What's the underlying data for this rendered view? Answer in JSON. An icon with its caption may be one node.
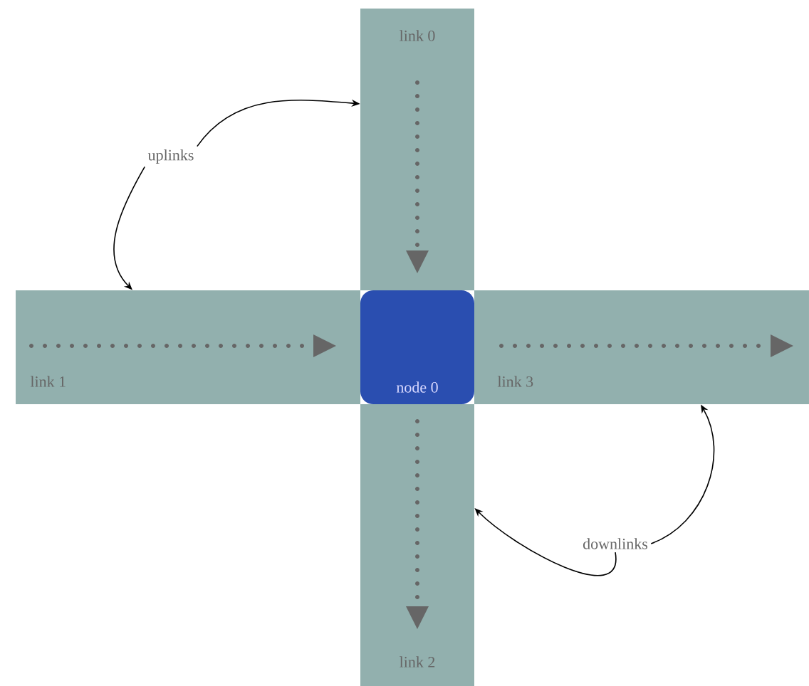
{
  "diagram": {
    "nodes": [
      {
        "text": [
          "link 0"
        ]
      },
      {
        "text": [
          "link 1"
        ]
      },
      {
        "text": [
          "node 0"
        ]
      },
      {
        "text": [
          "link 3"
        ]
      },
      {
        "text": [
          "link 2"
        ]
      },
      {
        "text": [
          "uplinks"
        ]
      },
      {
        "text": [
          "downlinks"
        ]
      }
    ],
    "edges": [
      {
        "from": 5,
        "to": 0,
        "arrow": "to"
      },
      {
        "from": 5,
        "to": 1,
        "arrow": "to"
      },
      {
        "from": 6,
        "to": 3,
        "arrow": "to"
      },
      {
        "from": 6,
        "to": 4,
        "arrow": "to"
      }
    ]
  }
}
